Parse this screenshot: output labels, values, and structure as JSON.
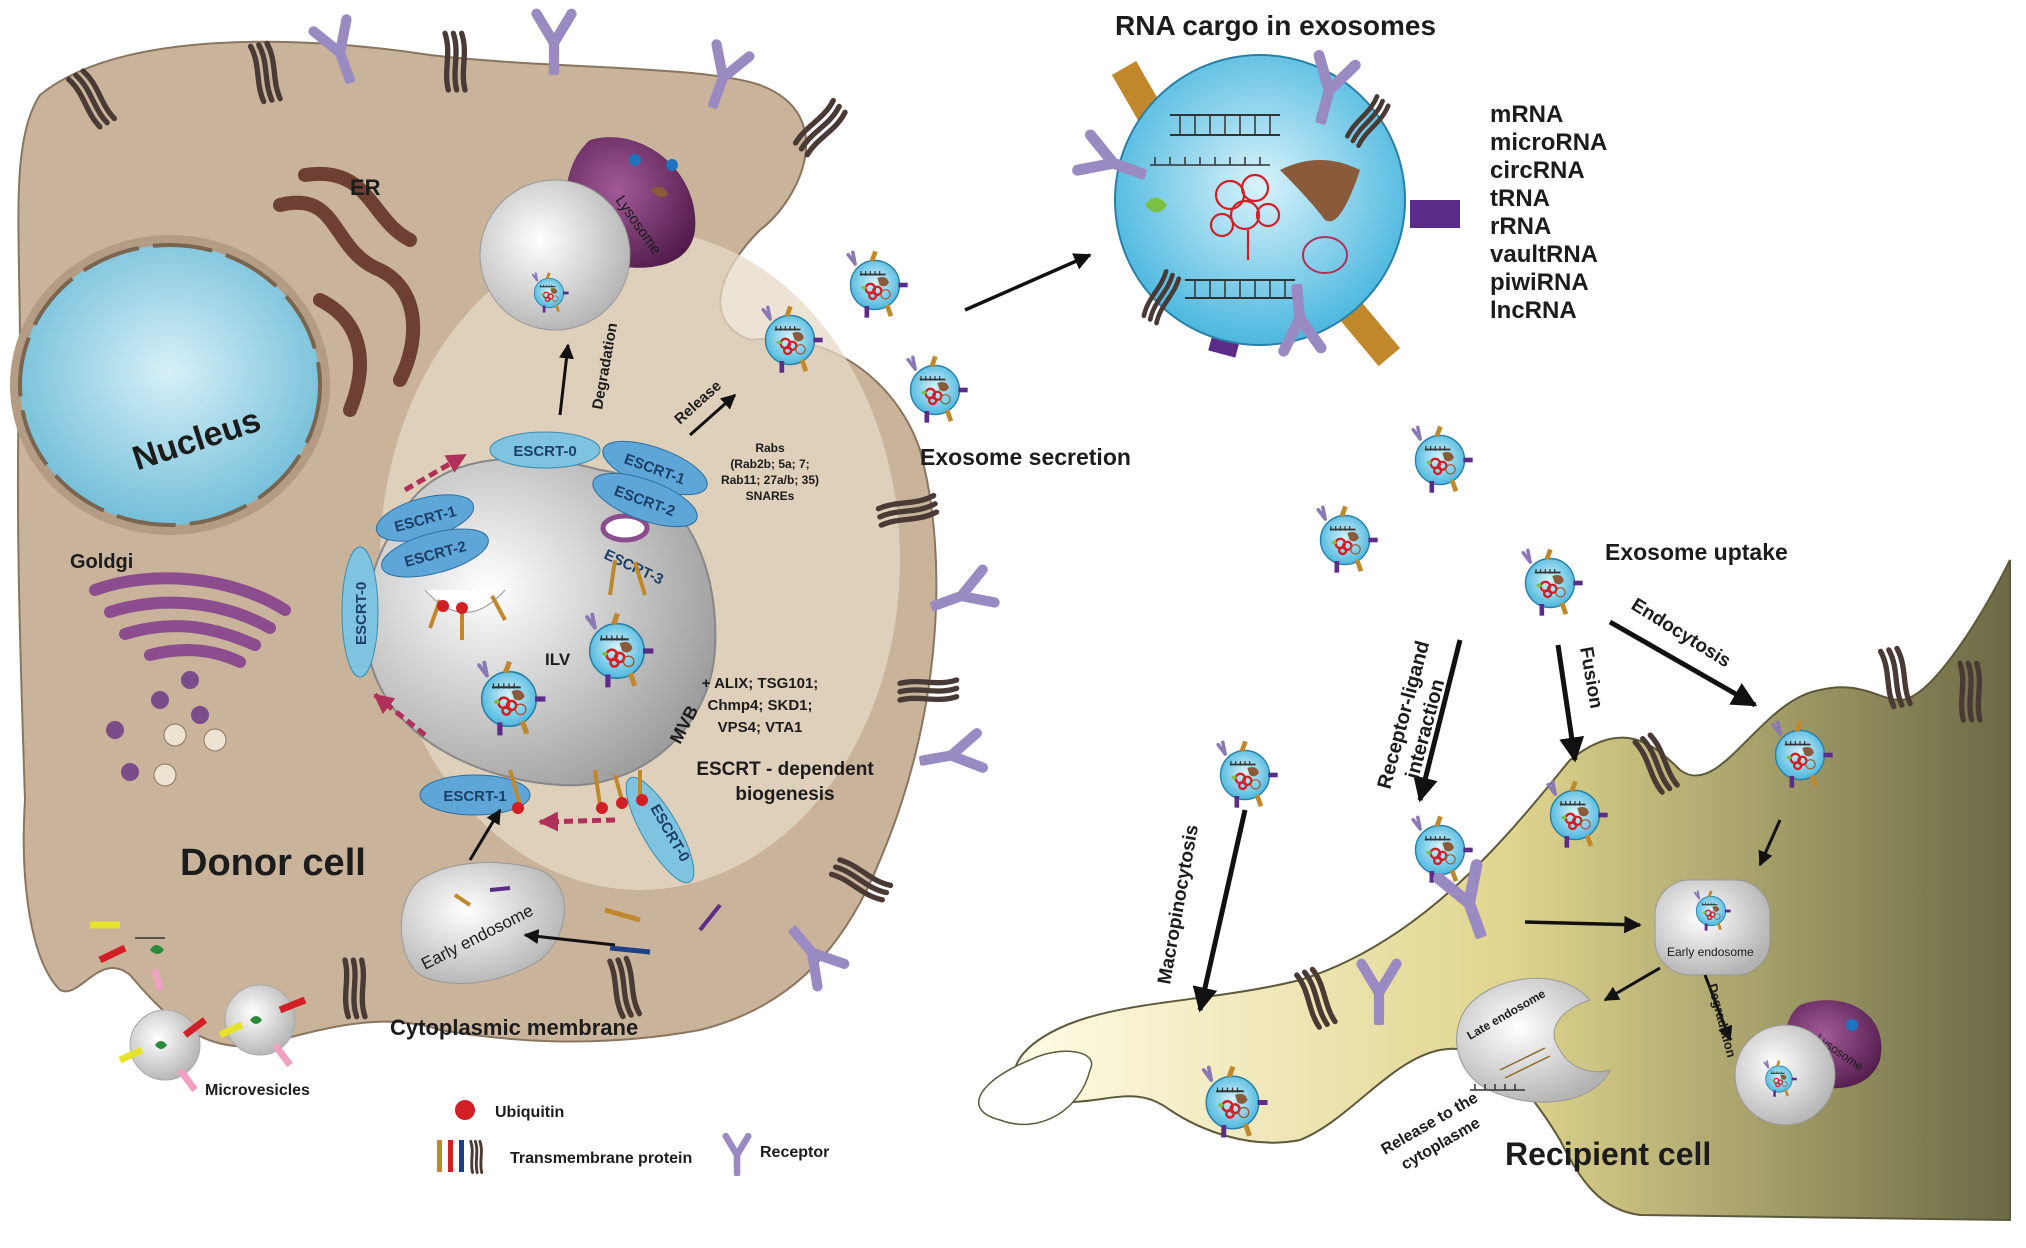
{
  "labels": {
    "donor_cell": "Donor cell",
    "recipient_cell": "Recipient cell",
    "nucleus": "Nucleus",
    "er": "ER",
    "golgi": "Goldgi",
    "lysosome": "Lysosome",
    "lysosome_2": "Lysosome",
    "degradation": "Degradation",
    "degradation_2": "Degradation",
    "release": "Release",
    "ilv": "ILV",
    "mvb": "MVB",
    "early_endosome": "Early endosome",
    "early_endosome_2": "Early endosome",
    "late_endosome": "Late endosome",
    "cytoplasmic_membrane": "Cytoplasmic membrane",
    "microvesicles": "Microvesicles",
    "exosome_secretion": "Exosome secretion",
    "exosome_uptake": "Exosome uptake",
    "rna_cargo_title": "RNA cargo in exosomes",
    "macropinocytosis": "Macropinocytosis",
    "receptor_ligand_1": "Receptor-ligand",
    "receptor_ligand_2": "interaction",
    "fusion": "Fusion",
    "endocytosis": "Endocytosis",
    "release_cyto_1": "Release to the",
    "release_cyto_2": "cytoplasme",
    "escrt_dependent_1": "ESCRT - dependent",
    "escrt_dependent_2": "biogenesis"
  },
  "escrt": {
    "escrt0_top": "ESCRT-0",
    "escrt0_left": "ESCRT-0",
    "escrt0_bottom": "ESCRT-0",
    "escrt1_left": "ESCRT-1",
    "escrt2_left": "ESCRT-2",
    "escrt1_right": "ESCRT-1",
    "escrt2_right": "ESCRT-2",
    "escrt3": "ESCRT-3",
    "escrt1_bottom": "ESCRT-1"
  },
  "rabs": [
    "Rabs",
    "(Rab2b; 5a; 7;",
    "Rab11; 27a/b; 35)",
    "SNAREs"
  ],
  "escrt_proteins": [
    "+ ALIX; TSG101;",
    "Chmp4; SKD1;",
    "VPS4; VTA1"
  ],
  "rna_types": [
    "mRNA",
    "microRNA",
    "circRNA",
    "tRNA",
    "rRNA",
    "vaultRNA",
    "piwiRNA",
    "lncRNA"
  ],
  "legend": {
    "ubiquitin": "Ubiquitin",
    "transmembrane": "Transmembrane protein",
    "receptor": "Receptor"
  },
  "colors": {
    "donor_cytoplasm": "#c9b39a",
    "nucleus": "#7fc6dc",
    "golgi": "#8b4d8d",
    "lysosome": "#6e2a67",
    "escrt": "#7ec3df",
    "exosome": "#5fc0e0",
    "recipient_cell": "#e8e0a6",
    "receptor": "#9a8ac2",
    "ubiquitin": "#d21f26"
  }
}
